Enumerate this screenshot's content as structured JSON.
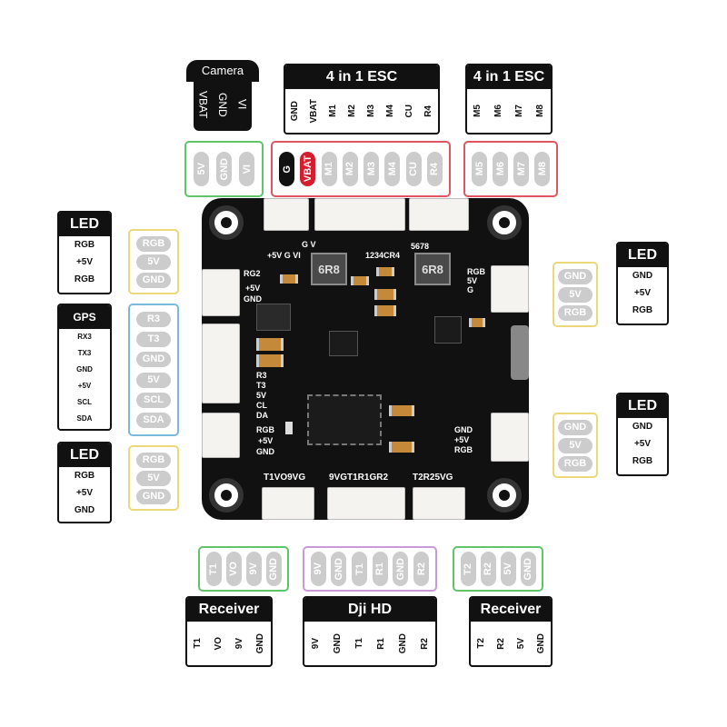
{
  "camera": {
    "title": "Camera",
    "pins": [
      "VBAT",
      "GND",
      "VI"
    ]
  },
  "esc1": {
    "title": "4 in 1 ESC",
    "pins": [
      "GND",
      "VBAT",
      "M1",
      "M2",
      "M3",
      "M4",
      "CU",
      "R4"
    ]
  },
  "esc2": {
    "title": "4 in 1 ESC",
    "pins": [
      "M5",
      "M6",
      "M7",
      "M8"
    ]
  },
  "camera_pins": [
    "5V",
    "GND",
    "VI"
  ],
  "esc1_pins": [
    "G",
    "VBAT",
    "M1",
    "M2",
    "M3",
    "M4",
    "CU",
    "R4"
  ],
  "esc2_pins": [
    "M5",
    "M6",
    "M7",
    "M8"
  ],
  "led_tl": {
    "title": "LED",
    "pins": [
      "RGB",
      "+5V",
      "RGB"
    ]
  },
  "led_tl_pins": [
    "RGB",
    "5V",
    "GND"
  ],
  "gps": {
    "title": "GPS",
    "pins": [
      "RX3",
      "TX3",
      "GND",
      "+5V",
      "SCL",
      "SDA"
    ]
  },
  "gps_pins": [
    "R3",
    "T3",
    "GND",
    "5V",
    "SCL",
    "SDA"
  ],
  "led_bl": {
    "title": "LED",
    "pins": [
      "RGB",
      "+5V",
      "GND"
    ]
  },
  "led_bl_pins": [
    "RGB",
    "5V",
    "GND"
  ],
  "led_tr": {
    "title": "LED",
    "pins": [
      "GND",
      "+5V",
      "RGB"
    ]
  },
  "led_tr_pins": [
    "GND",
    "5V",
    "RGB"
  ],
  "led_br": {
    "title": "LED",
    "pins": [
      "GND",
      "+5V",
      "RGB"
    ]
  },
  "led_br_pins": [
    "GND",
    "5V",
    "RGB"
  ],
  "receiver1": {
    "title": "Receiver",
    "pins": [
      "T1",
      "VO",
      "9V",
      "GND"
    ]
  },
  "receiver1_pins": [
    "T1",
    "VO",
    "9V",
    "GND"
  ],
  "djihd": {
    "title": "Dji HD",
    "pins": [
      "9V",
      "GND",
      "T1",
      "R1",
      "GND",
      "R2"
    ]
  },
  "djihd_pins": [
    "9V",
    "GND",
    "T1",
    "R1",
    "GND",
    "R2"
  ],
  "receiver2": {
    "title": "Receiver",
    "pins": [
      "T2",
      "R2",
      "5V",
      "GND"
    ]
  },
  "receiver2_pins": [
    "T2",
    "R2",
    "5V",
    "GND"
  ],
  "board": {
    "inductor": "6R8",
    "silk_top_left": "+5V G VI",
    "silk_gv": "G V",
    "silk_1234": "1234CR4",
    "silk_5678": "5678",
    "silk_rg2": "RG2",
    "silk_5v": "+5V",
    "silk_gnd": "GND",
    "silk_left_stack": "R3\nT3\n5V\nCL\nDA",
    "silk_rgb": "RGB",
    "silk_bottom1": "T1VO9VG",
    "silk_bottom2": "9VGT1R1GR2",
    "silk_bottom3": "T2R25VG",
    "silk_right_top": "RGB\n5V\nG",
    "silk_right_bot": "GND\n+5V\nRGB"
  },
  "colors": {
    "green": "#5fc46a",
    "red": "#e0555f",
    "yellow": "#ecd77a",
    "blue": "#7ab8dc",
    "purple": "#c79ad8",
    "pin_gray": "#cccccc",
    "vbat_red": "#d21e2e"
  }
}
